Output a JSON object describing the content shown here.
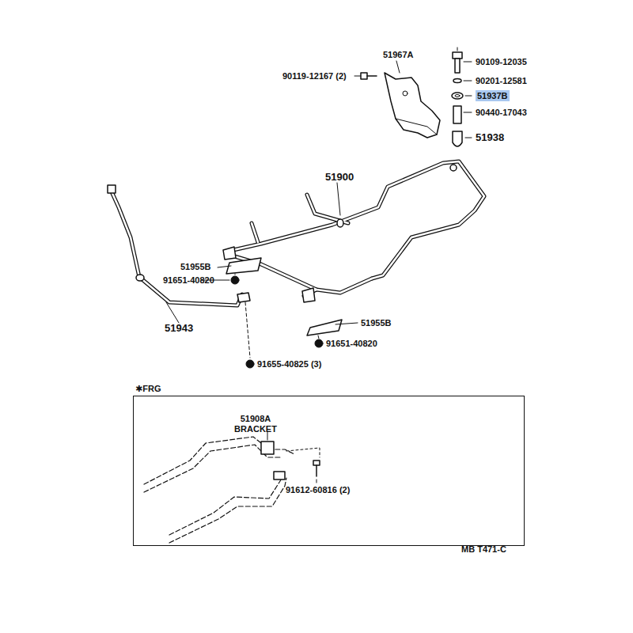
{
  "diagram": {
    "nodes": [
      {
        "text": [
          "✱FRG",
          "51908A BRACKET",
          "91612-60816 (2)"
        ]
      }
    ],
    "labels": [
      "90119-12167 (2)",
      "51967A",
      "90109-12035",
      "90201-12581",
      "51937B",
      "90440-17043",
      "51938",
      "51900",
      "51955B",
      "91651-40820",
      "51943",
      "51955B",
      "91651-40820",
      "91655-40825 (3)",
      "MB T471-C"
    ]
  }
}
